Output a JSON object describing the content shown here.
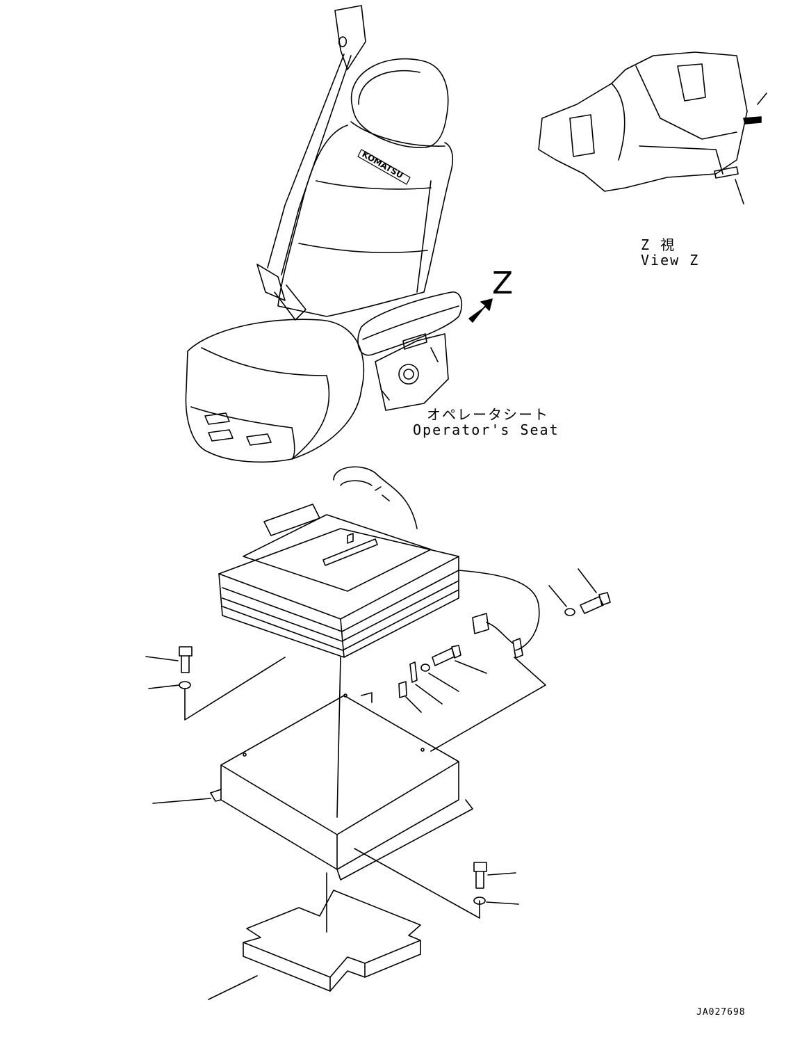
{
  "seat_label": {
    "jp": "オペレータシート",
    "en": "Operator's Seat"
  },
  "view_label": {
    "jp": "Z 視",
    "en": "View Z"
  },
  "view_arrow_letter": "Z",
  "seat_logo": "KOMATSU",
  "drawing_number": "JA027698"
}
